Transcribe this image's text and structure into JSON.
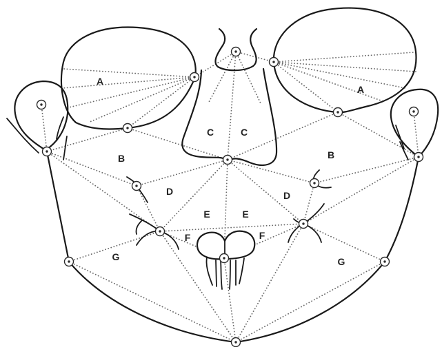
{
  "diagram": {
    "labels": {
      "region_a_left": "A",
      "region_a_right": "A",
      "region_b_left": "B",
      "region_b_right": "B",
      "region_c_left": "C",
      "region_c_right": "C",
      "region_d_left": "D",
      "region_d_right": "D",
      "region_e_left": "E",
      "region_e_right": "E",
      "region_f_left": "F",
      "region_f_right": "F",
      "region_g_left": "G",
      "region_g_right": "G"
    }
  },
  "colors": {
    "outline": "#1a1a1a",
    "connector": "#6a6a6a",
    "background": "#ffffff"
  }
}
